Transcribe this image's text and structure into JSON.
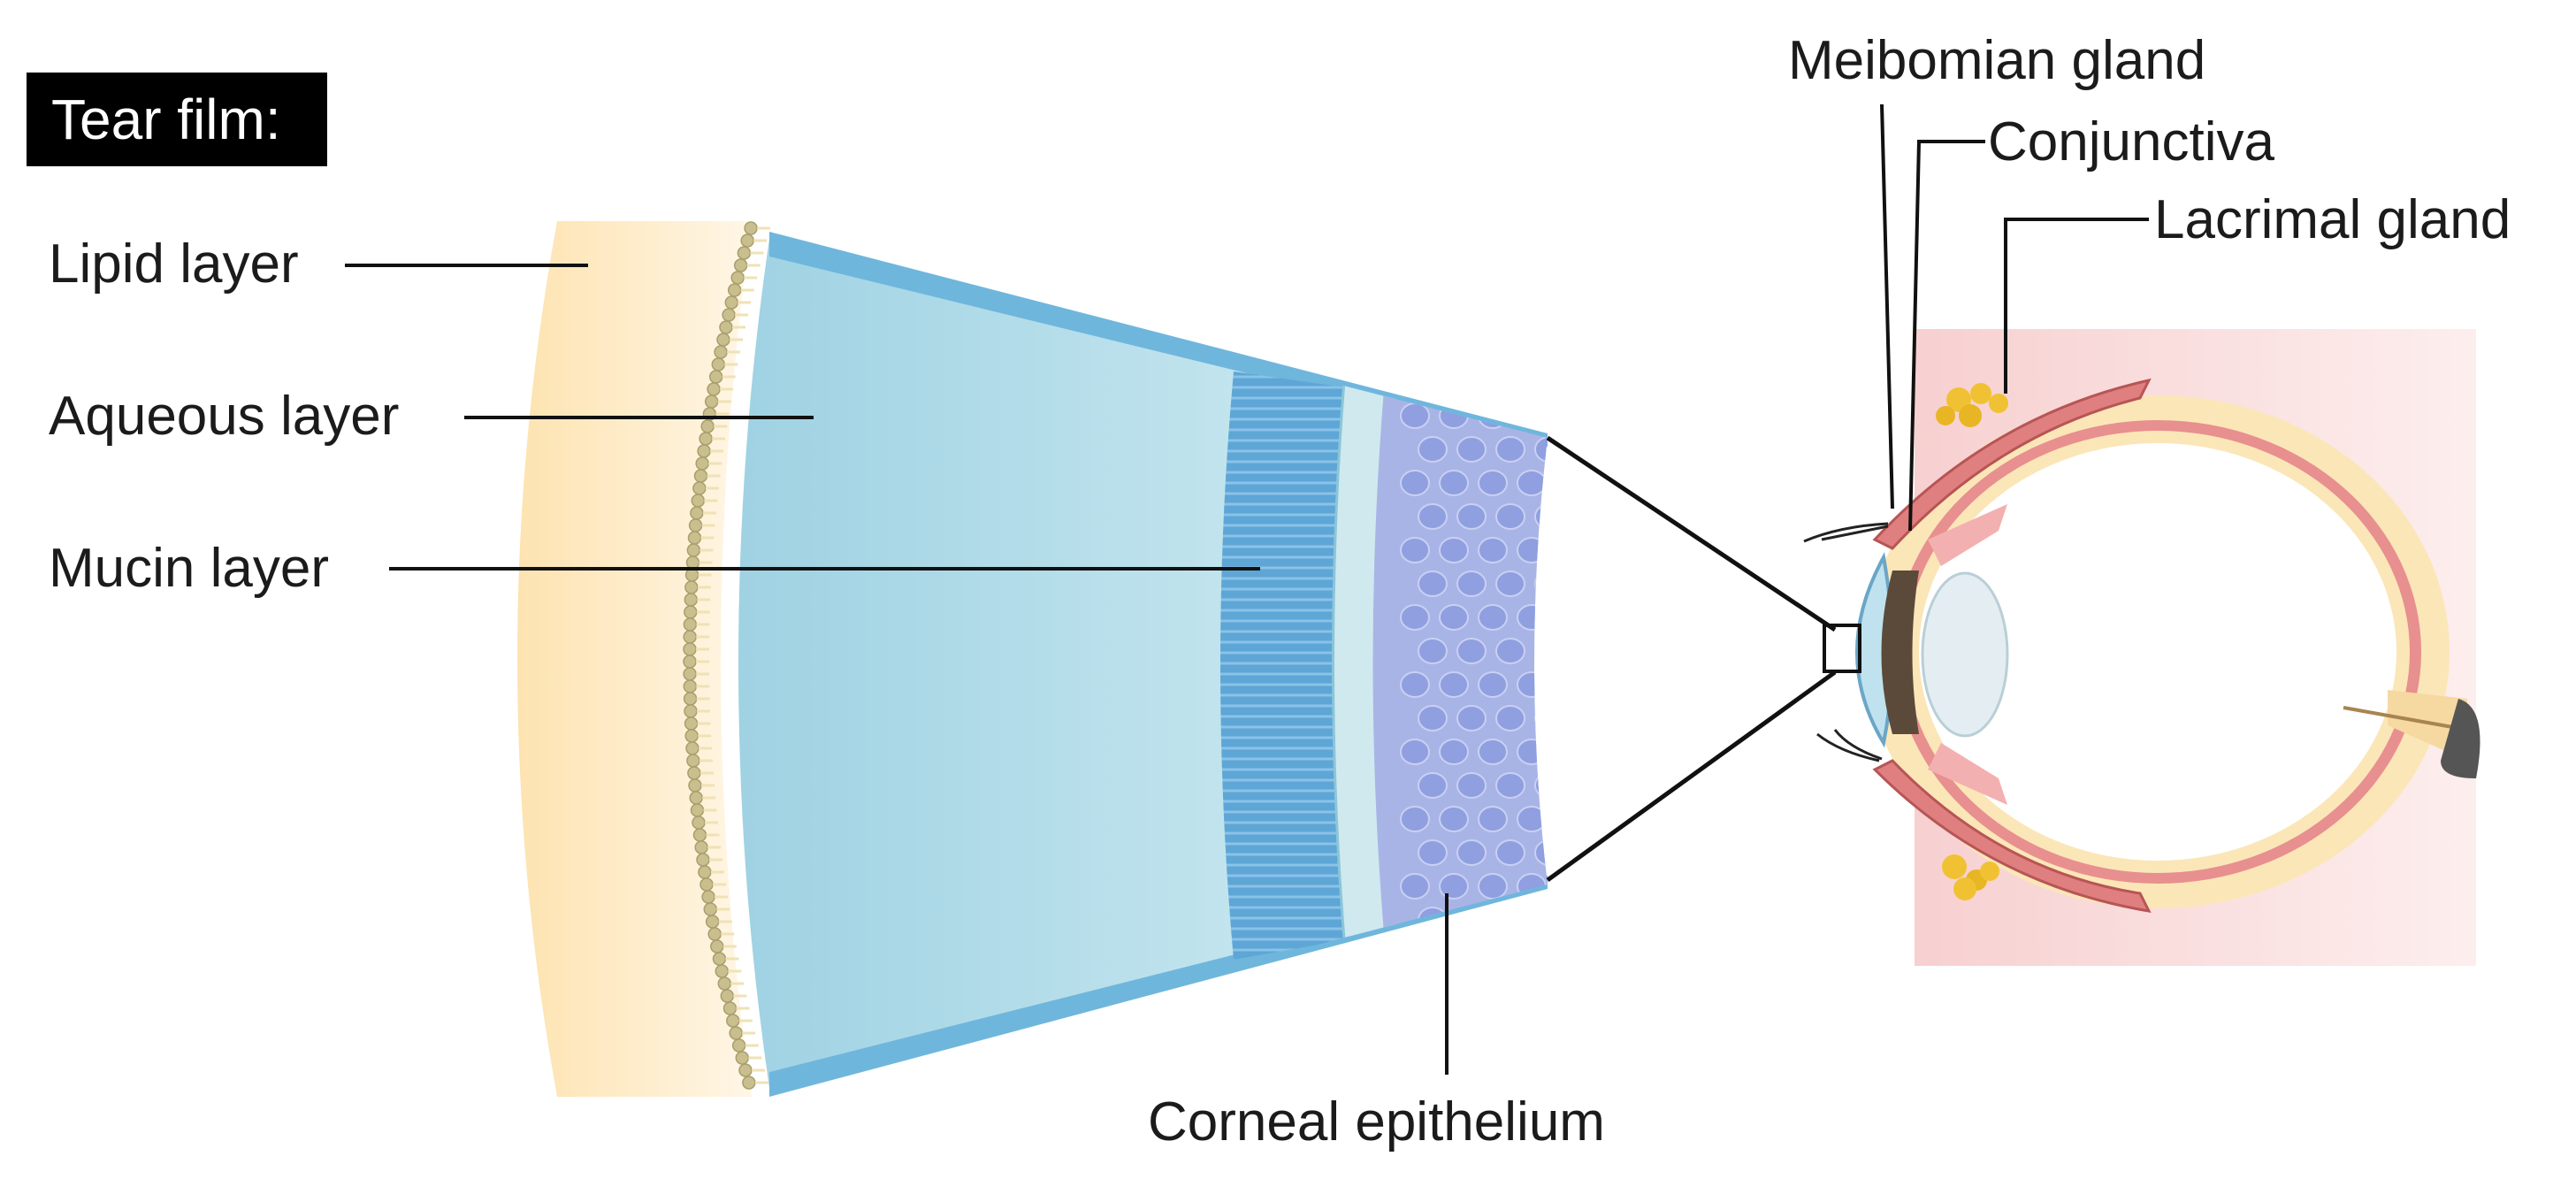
{
  "title": "Tear film:",
  "labels": {
    "lipid": "Lipid layer",
    "aqueous": "Aqueous layer",
    "mucin": "Mucin layer",
    "corneal": "Corneal epithelium",
    "meibomian": "Meibomian gland",
    "conjunctiva": "Conjunctiva",
    "lacrimal": "Lacrimal gland"
  },
  "colors": {
    "lipid": "#fde9c2",
    "aqueous": "#a9dbe8",
    "mucin": "#5fa8d8",
    "epithelium": "#a7b3e6",
    "lacrimal_gland": "#f0c233",
    "eye_wall": "#e88f8f",
    "orbit_bg": "#fbe3e3",
    "sclera_band": "#fbe8bd",
    "lens": "#e4eef2",
    "iris": "#5b4a3a"
  }
}
